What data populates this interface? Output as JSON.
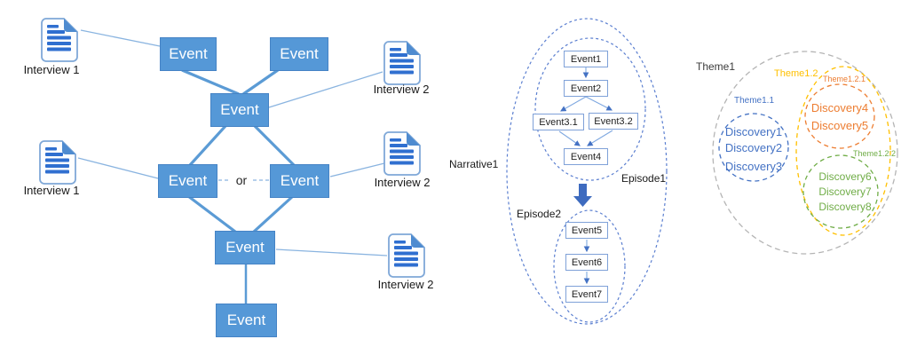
{
  "colors": {
    "event_box_fill": "#5598D7",
    "event_box_text": "#FFFFFF",
    "connector_thick": "#5B9BD5",
    "connector_thin": "#8AB4E0",
    "narrative_ellipse_stroke": "#5B7FD0",
    "flow_arrow_fill": "#3E6BBF",
    "theme1_ellipse": "#B5B5B5",
    "theme1_text": "#3B3B3B",
    "theme1_1_color": "#4472C4",
    "theme1_2_color": "#FFC000",
    "theme1_2_1_color": "#ED7D31",
    "theme1_2_2_color": "#70AD47"
  },
  "left": {
    "event_label": "Event",
    "or_label": "or",
    "icon": "document-icon",
    "interviews": {
      "top_left": "Interview 1",
      "top_right": "Interview 2",
      "mid_left": "Interview 1",
      "mid_right": "Interview 2",
      "bottom_right": "Interview 2"
    }
  },
  "middle": {
    "narrative_label": "Narrative1",
    "episode1_label": "Episode1",
    "episode2_label": "Episode2",
    "events": {
      "e1": "Event1",
      "e2": "Event2",
      "e31": "Event3.1",
      "e32": "Event3.2",
      "e4": "Event4",
      "e5": "Event5",
      "e6": "Event6",
      "e7": "Event7"
    }
  },
  "right": {
    "theme1_label": "Theme1",
    "theme1_1_label": "Theme1.1",
    "theme1_2_label": "Theme1.2",
    "theme1_2_1_label": "Theme1.2.1",
    "theme1_2_2_label": "Theme1.2.2",
    "discoveries_blue": [
      "Discovery1",
      "Discovery2",
      "Discovery3"
    ],
    "discoveries_orange": [
      "Discovery4",
      "Discovery5"
    ],
    "discoveries_green": [
      "Discovery6",
      "Discovery7",
      "Discovery8"
    ]
  }
}
